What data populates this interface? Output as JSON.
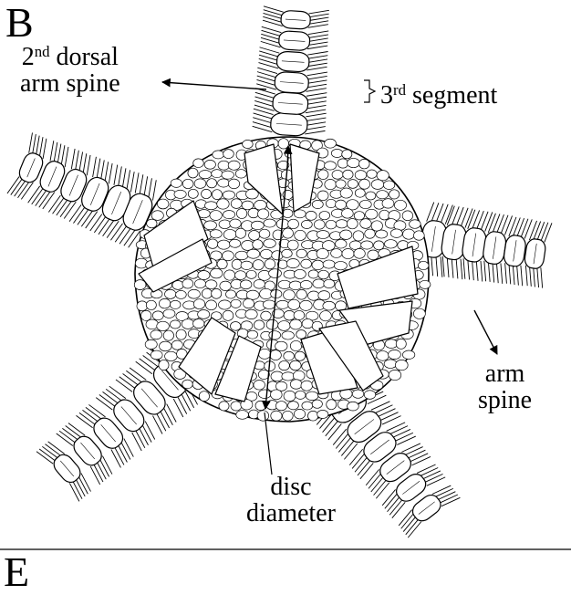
{
  "panel": {
    "letter": "B",
    "next_letter": "E"
  },
  "labels": {
    "dorsal_spine": {
      "num": "2",
      "sup": "nd",
      "rest": " dorsal",
      "line2": "arm spine"
    },
    "segment": {
      "num": "3",
      "sup": "rd",
      "rest": " segment"
    },
    "arm_spine": {
      "line1": "arm",
      "line2": "spine"
    },
    "disc": {
      "line1": "disc",
      "line2": "diameter"
    }
  },
  "colors": {
    "stroke": "#000000",
    "fill": "#ffffff"
  }
}
